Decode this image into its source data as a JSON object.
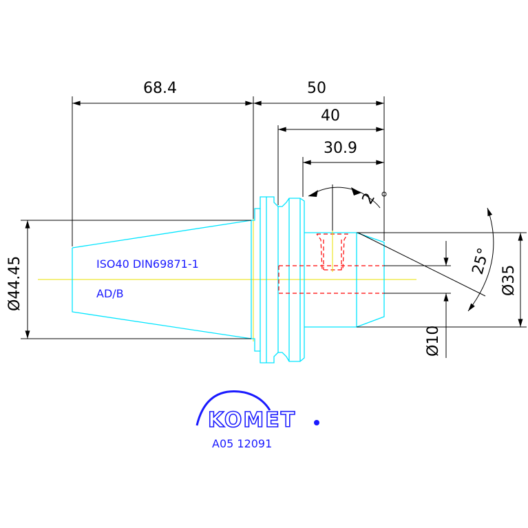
{
  "colors": {
    "outline": "#00e5ff",
    "dimension": "#000000",
    "hidden": "#ff0000",
    "centerline": "#e8e000",
    "note": "#1a1aff",
    "logo": "#1a1aff"
  },
  "dimensions": {
    "taper_length": "68.4",
    "overall": "50",
    "flange_to_end": "40",
    "shank_length": "30.9",
    "taper_diameter": "Ø44.45",
    "body_diameter": "Ø35",
    "bore_diameter": "Ø10",
    "angle": "25°",
    "roughness": "2"
  },
  "notes": {
    "standard": "ISO40 DIN69871-1",
    "type": "AD/B"
  },
  "logo": {
    "brand": "KOMET",
    "part_number": "A05 12091"
  }
}
